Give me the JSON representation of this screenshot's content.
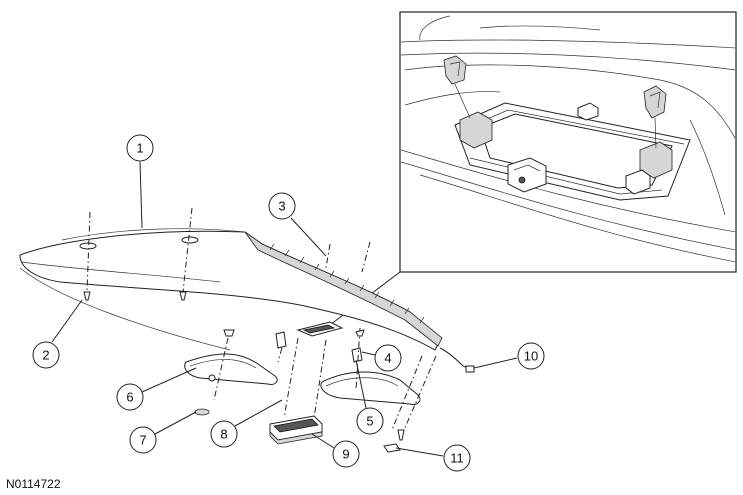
{
  "figure": {
    "reference_code": "N0114722"
  },
  "callouts": [
    {
      "id": "callout-1",
      "label": "1"
    },
    {
      "id": "callout-2",
      "label": "2"
    },
    {
      "id": "callout-3",
      "label": "3"
    },
    {
      "id": "callout-4",
      "label": "4"
    },
    {
      "id": "callout-5",
      "label": "5"
    },
    {
      "id": "callout-6",
      "label": "6"
    },
    {
      "id": "callout-7",
      "label": "7"
    },
    {
      "id": "callout-8",
      "label": "8"
    },
    {
      "id": "callout-9",
      "label": "9"
    },
    {
      "id": "callout-10",
      "label": "10"
    },
    {
      "id": "callout-11",
      "label": "11"
    }
  ],
  "colors": {
    "line": "#222222",
    "shade": "#d6d6d6",
    "dark": "#555555",
    "background": "#ffffff"
  }
}
